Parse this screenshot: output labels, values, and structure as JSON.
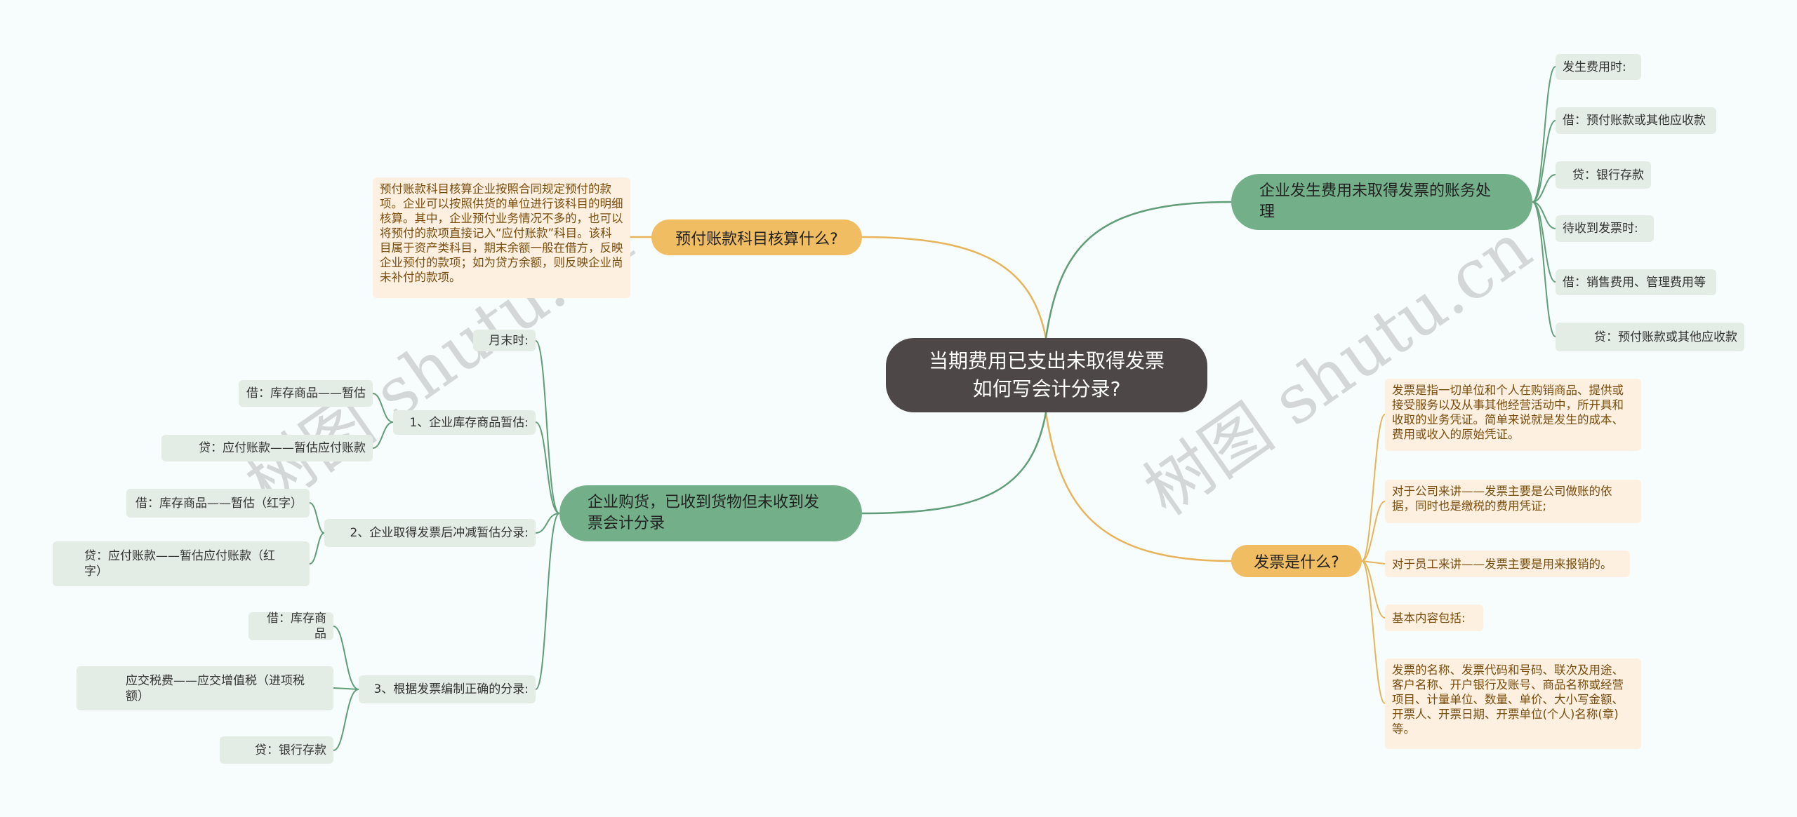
{
  "center": "当期费用已支出未取得发票如何写会计分录?",
  "branch_prepaid": {
    "title": "预付账款科目核算什么?",
    "desc": "预付账款科目核算企业按照合同规定预付的款项。企业可以按照供货的单位进行该科目的明细核算。其中，企业预付业务情况不多的，也可以将预付的款项直接记入“应付账款”科目。该科目属于资产类科目，期末余额一般在借方，反映企业预付的款项；如为贷方余额，则反映企业尚未补付的款项。"
  },
  "branch_purchase": {
    "title": "企业购货，已收到货物但未收到发票会计分录",
    "month_end": "月末时:",
    "step1": {
      "title": "1、企业库存商品暂估:",
      "items": [
        "借：库存商品——暂估",
        "贷：应付账款——暂估应付账款"
      ]
    },
    "step2": {
      "title": "2、企业取得发票后冲减暂估分录:",
      "items": [
        "借：库存商品——暂估（红字）",
        "贷：应付账款——暂估应付账款（红字）"
      ]
    },
    "step3": {
      "title": "3、根据发票编制正确的分录:",
      "items": [
        "借：库存商品",
        "应交税费——应交增值税（进项税额）",
        "贷：银行存款"
      ]
    }
  },
  "branch_expense": {
    "title": "企业发生费用未取得发票的账务处理",
    "items": [
      "发生费用时:",
      "借：预付账款或其他应收款",
      "贷：银行存款",
      "待收到发票时:",
      "借：销售费用、管理费用等",
      "贷：预付账款或其他应收款"
    ]
  },
  "branch_invoice": {
    "title": "发票是什么?",
    "items": [
      "发票是指一切单位和个人在购销商品、提供或接受服务以及从事其他经营活动中，所开具和收取的业务凭证。简单来说就是发生的成本、费用或收入的原始凭证。",
      "对于公司来讲——发票主要是公司做账的依据，同时也是缴税的费用凭证;",
      "对于员工来讲——发票主要是用来报销的。",
      "基本内容包括:",
      "发票的名称、发票代码和号码、联次及用途、客户名称、开户银行及账号、商品名称或经营项目、计量单位、数量、单价、大小写金额、开票人、开票日期、开票单位(个人)名称(章)等。"
    ]
  },
  "watermark": "树图 shutu.cn",
  "colors": {
    "center": "#4d4847",
    "green": "#73b08a",
    "green_line": "#5f9e78",
    "orange": "#f1bd62",
    "orange_line": "#e8b45a",
    "leaf_bg": "#e3ede5",
    "desc_bg": "#fdf0e0"
  }
}
